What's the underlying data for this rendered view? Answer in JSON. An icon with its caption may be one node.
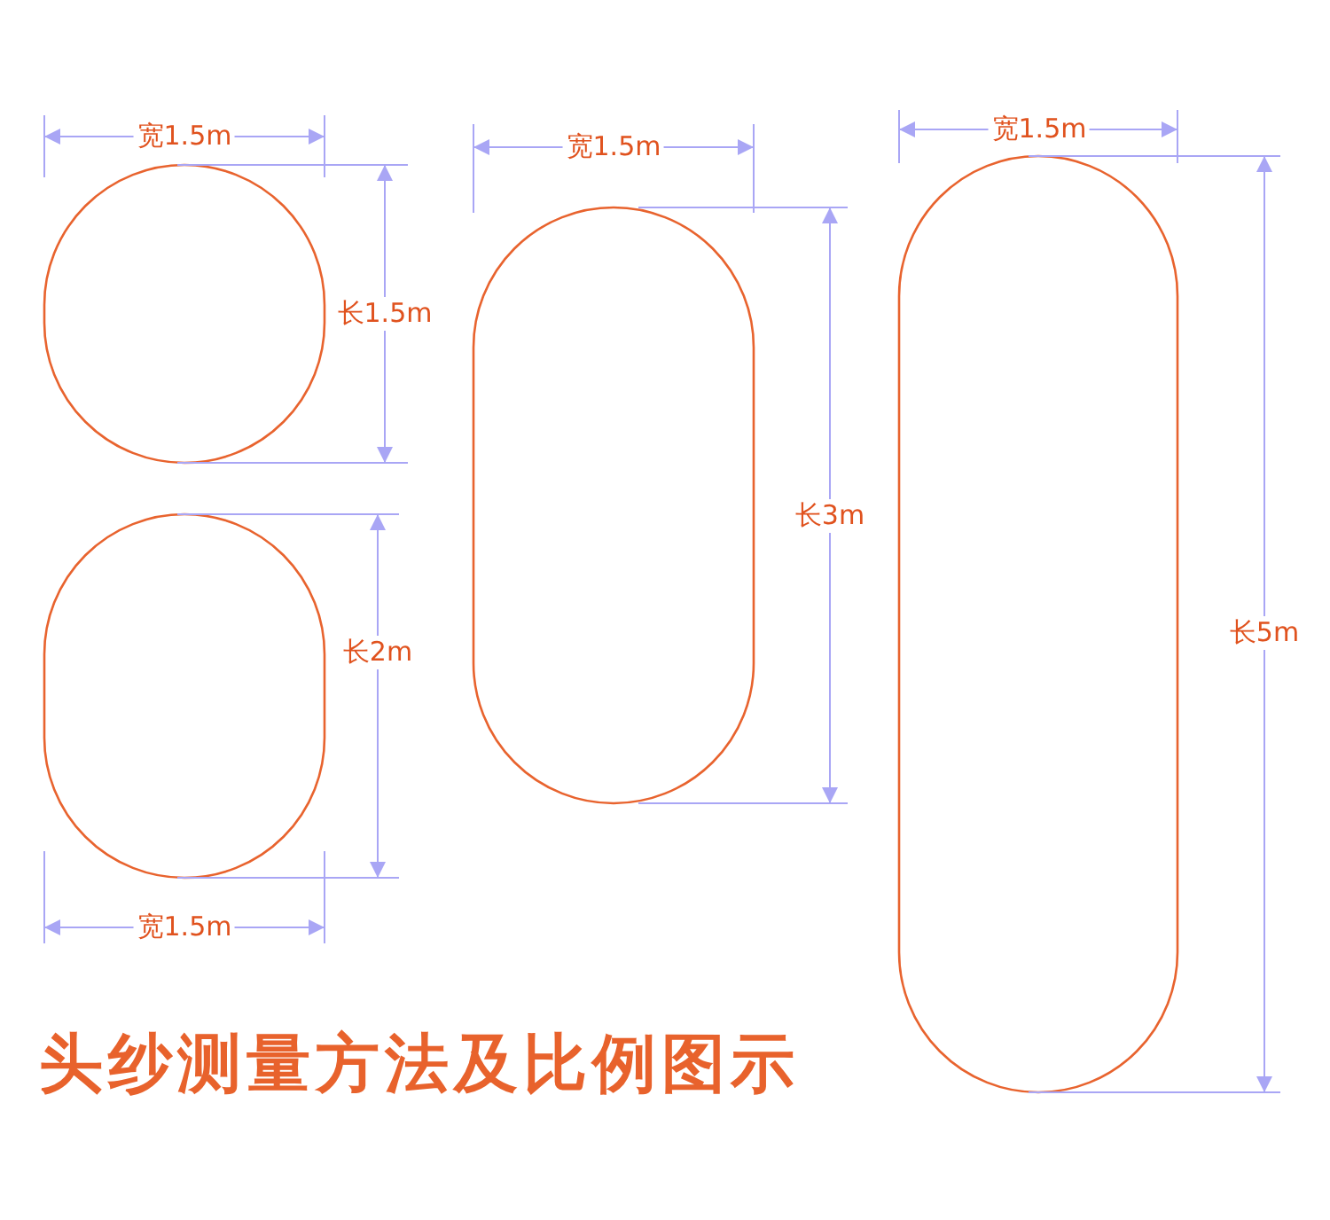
{
  "diagram": {
    "title": "头纱测量方法及比例图示",
    "nodes": [
      {
        "text": [],
        "shape": "stadium"
      },
      {
        "text": [],
        "shape": "stadium"
      },
      {
        "text": [],
        "shape": "stadium"
      },
      {
        "text": [],
        "shape": "stadium"
      }
    ],
    "labels": [
      "宽1.5m",
      "宽1.5m",
      "宽1.5m",
      "长1.5m",
      "长3m",
      "长5m",
      "长2m",
      "宽1.5m"
    ]
  }
}
